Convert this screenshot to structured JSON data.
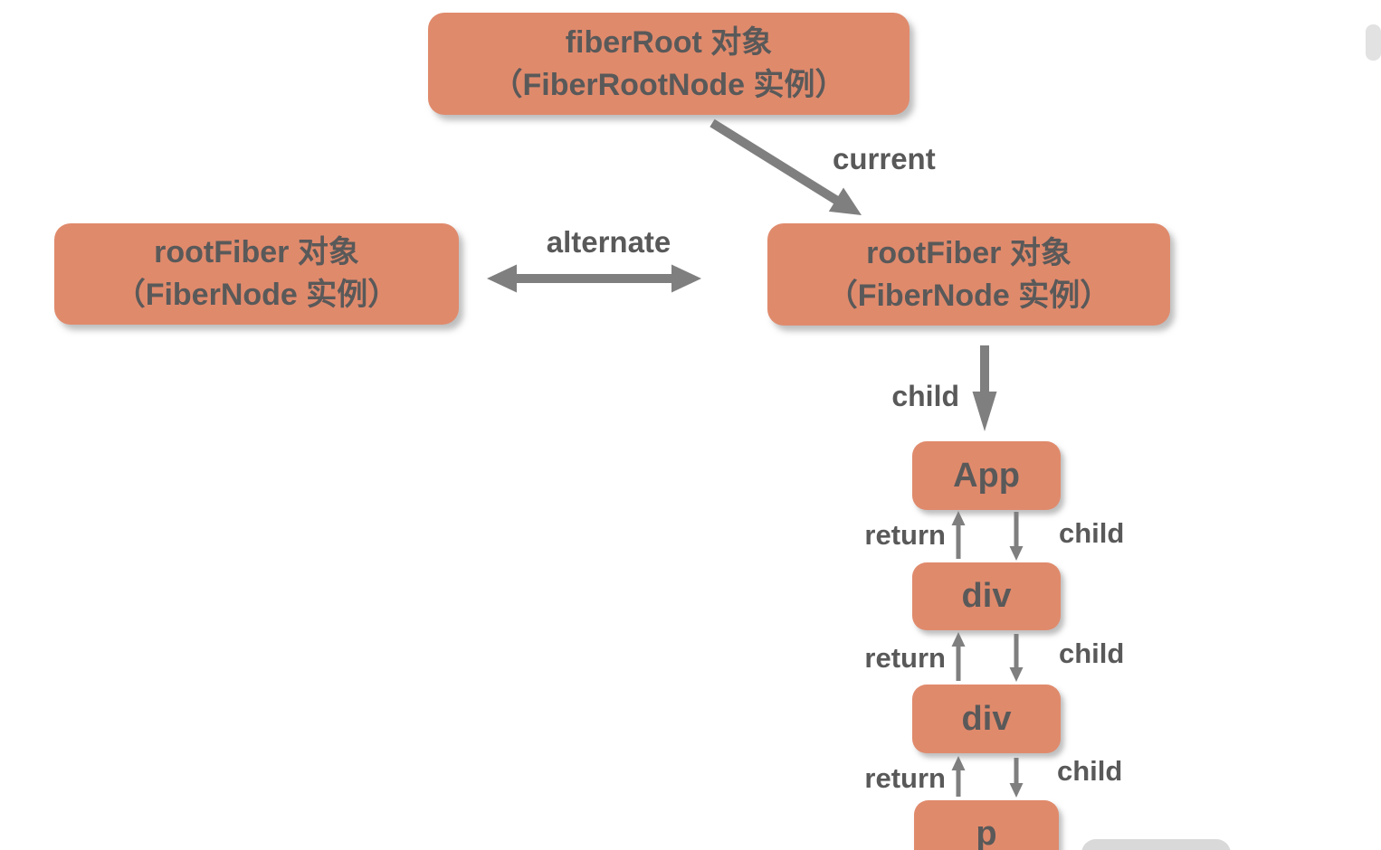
{
  "colors": {
    "background": "#FFFFFF",
    "node_fill": "#E08A6C",
    "node_text": "#595959",
    "arrow": "#7F7F7F",
    "edge_label_text": "#595959",
    "partial_node_fill": "#D9D9D9",
    "scrollbar_thumb": "#E2E2E2"
  },
  "nodes": {
    "fiber_root": {
      "line1": "fiberRoot 对象",
      "line2": "（FiberRootNode 实例）"
    },
    "root_fiber_left": {
      "line1": "rootFiber 对象",
      "line2": "（FiberNode 实例）"
    },
    "root_fiber_right": {
      "line1": "rootFiber 对象",
      "line2": "（FiberNode 实例）"
    },
    "app": {
      "label": "App"
    },
    "div_outer": {
      "label": "div"
    },
    "div_inner": {
      "label": "div"
    },
    "p": {
      "label": "p"
    }
  },
  "edges": {
    "current": {
      "label": "current"
    },
    "alternate": {
      "label": "alternate"
    },
    "root_child": {
      "label": "child"
    },
    "app_div": {
      "return_label": "return",
      "child_label": "child"
    },
    "div_div": {
      "return_label": "return",
      "child_label": "child"
    },
    "div_p": {
      "return_label": "return",
      "child_label": "child"
    }
  }
}
